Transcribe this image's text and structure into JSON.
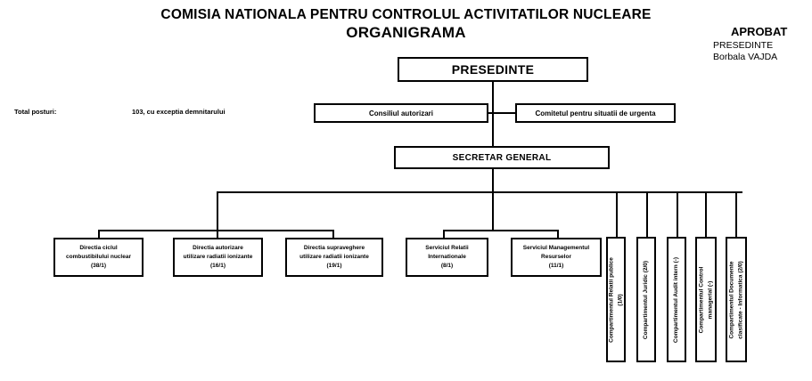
{
  "header": {
    "title": "COMISIA NATIONALA PENTRU CONTROLUL ACTIVITATILOR NUCLEARE",
    "subtitle": "ORGANIGRAMA"
  },
  "approval": {
    "title": "APROBAT",
    "role": "PRESEDINTE",
    "name": "Borbala  VAJDA"
  },
  "totals": {
    "label": "Total posturi:",
    "value": "103, cu exceptia demnitarului"
  },
  "nodes": {
    "president": "PRESEDINTE",
    "council": "Consiliul autorizari",
    "committee": "Comitetul pentru situatii de urgenta",
    "secretary_general": "SECRETAR GENERAL"
  },
  "departments": [
    {
      "line1": "Directia ciclul",
      "line2": "combustibilului nuclear",
      "count": "(38/1)"
    },
    {
      "line1": "Directia autorizare",
      "line2": "utilizare radiatii ionizante",
      "count": "(16/1)"
    },
    {
      "line1": "Directia supraveghere",
      "line2": "utilizare radiatii ionizante",
      "count": "(19/1)"
    },
    {
      "line1": "Serviciul  Relatii",
      "line2": "Internationale",
      "count": "(8/1)"
    },
    {
      "line1": "Serviciul Managementul",
      "line2": "Resurselor",
      "count": "(11/1)"
    }
  ],
  "compartments": [
    {
      "line1": "Compartimentul  Relatii publice",
      "line2": "(1/0)"
    },
    {
      "line1": "Compartimentul  Juridic (2/0)",
      "line2": ""
    },
    {
      "line1": "Compartimentul Audit intern (-)",
      "line2": ""
    },
    {
      "line1": "Compartimentul  Control",
      "line2": "managerial (-)"
    },
    {
      "line1": "Compartimentul  Documente",
      "line2": "clasificate - Informatica (2/0)"
    }
  ]
}
